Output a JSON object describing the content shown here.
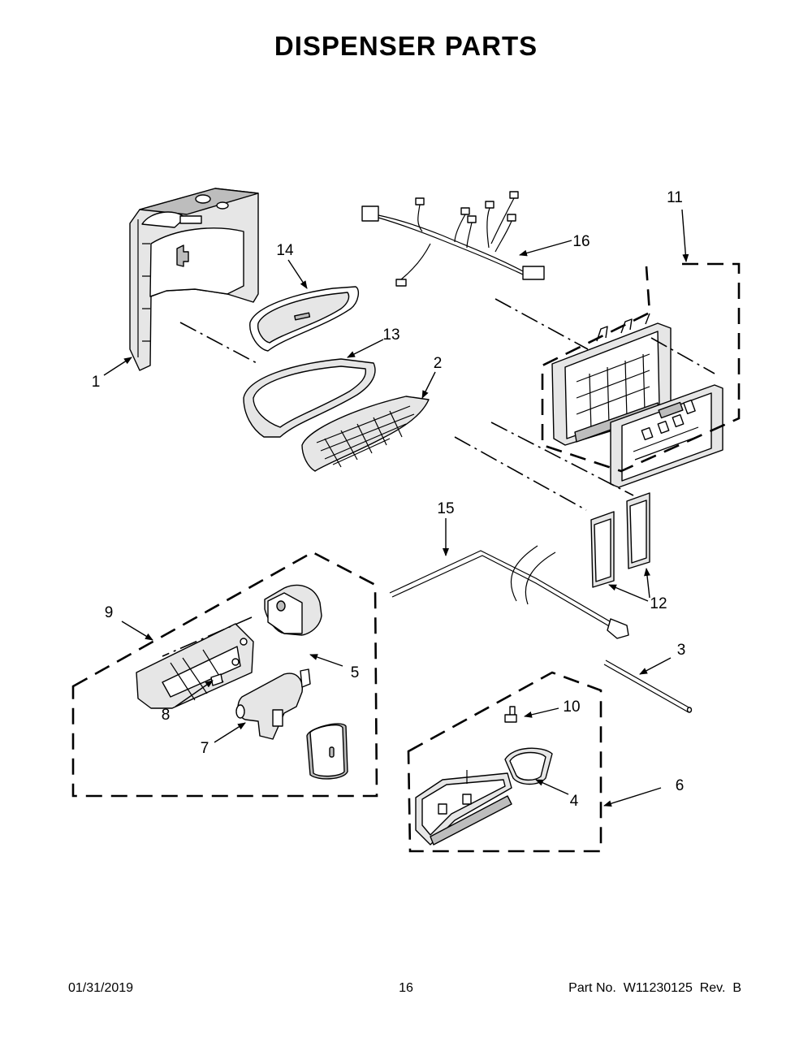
{
  "page": {
    "title": "DISPENSER PARTS",
    "date": "01/31/2019",
    "page_number": "16",
    "part_no": "Part No.  W11230125  Rev.  B"
  },
  "callouts": {
    "c1": "1",
    "c2": "2",
    "c3": "3",
    "c4": "4",
    "c5": "5",
    "c6": "6",
    "c7": "7",
    "c8": "8",
    "c9": "9",
    "c10": "10",
    "c11": "11",
    "c12": "12",
    "c13": "13",
    "c14": "14",
    "c15": "15",
    "c16": "16"
  },
  "colors": {
    "line": "#000000",
    "fill_light": "#e6e6e6",
    "fill_dark": "#bdbdbd"
  }
}
